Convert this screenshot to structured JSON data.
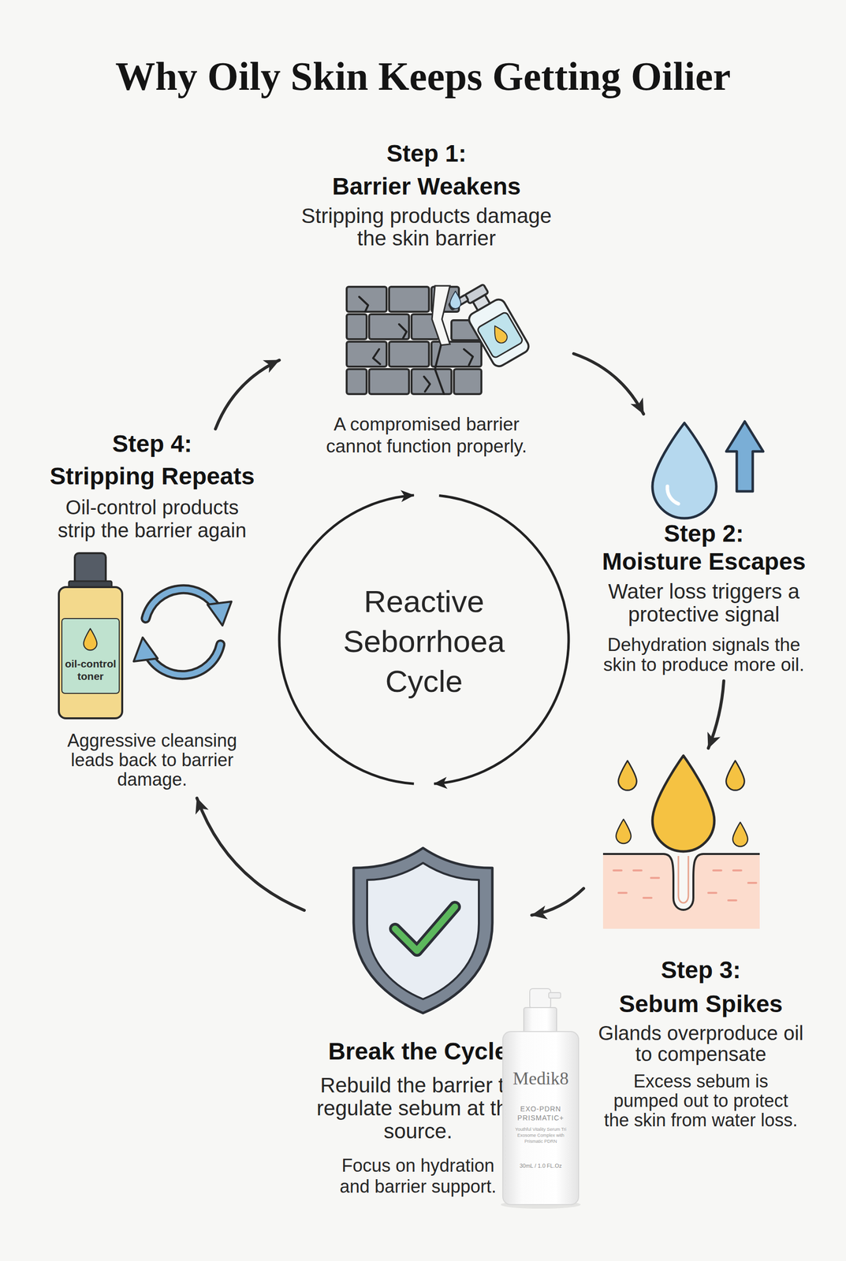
{
  "diagram": {
    "title": "Why Oily Skin Keeps Getting Oilier",
    "nodes": [
      {
        "text": [
          "Step 1:",
          "Barrier Weakens",
          "Stripping products damage the skin barrier",
          "A compromised barrier cannot function properly."
        ]
      },
      {
        "text": [
          "Step 2:",
          "Moisture Escapes",
          "Water loss triggers a protective signal",
          "Dehydration signals the skin to produce more oil."
        ]
      },
      {
        "text": [
          "Step 3:",
          "Sebum Spikes",
          "Glands overproduce oil to compensate",
          "Excess sebum is pumped out to protect the skin from water loss."
        ]
      },
      {
        "text": [
          "Break the Cycle",
          "Rebuild the barrier to regulate sebum at the source.",
          "Focus on hydration and barrier support."
        ]
      },
      {
        "text": [
          "Step 4:",
          "Stripping Repeats",
          "Oil-control products strip the barrier again",
          "Aggressive cleansing leads back to barrier damage."
        ]
      },
      {
        "text": [
          "Reactive Seborrhoea Cycle"
        ]
      }
    ],
    "edges": [
      {
        "from": 0,
        "to": 1,
        "arrow": "to"
      },
      {
        "from": 1,
        "to": 2,
        "arrow": "to"
      },
      {
        "from": 2,
        "to": 3,
        "arrow": "to"
      },
      {
        "from": 3,
        "to": 4,
        "arrow": "to"
      },
      {
        "from": 4,
        "to": 0,
        "arrow": "to"
      }
    ],
    "labels": [
      "oil-control toner",
      "Medik8",
      "EXO-PDRN PRISMATIC+",
      "Youthful Vitality Serum Tri Exosome Complex with Prismatic PDRN",
      "30mL / 1.0 FL.Oz"
    ]
  }
}
